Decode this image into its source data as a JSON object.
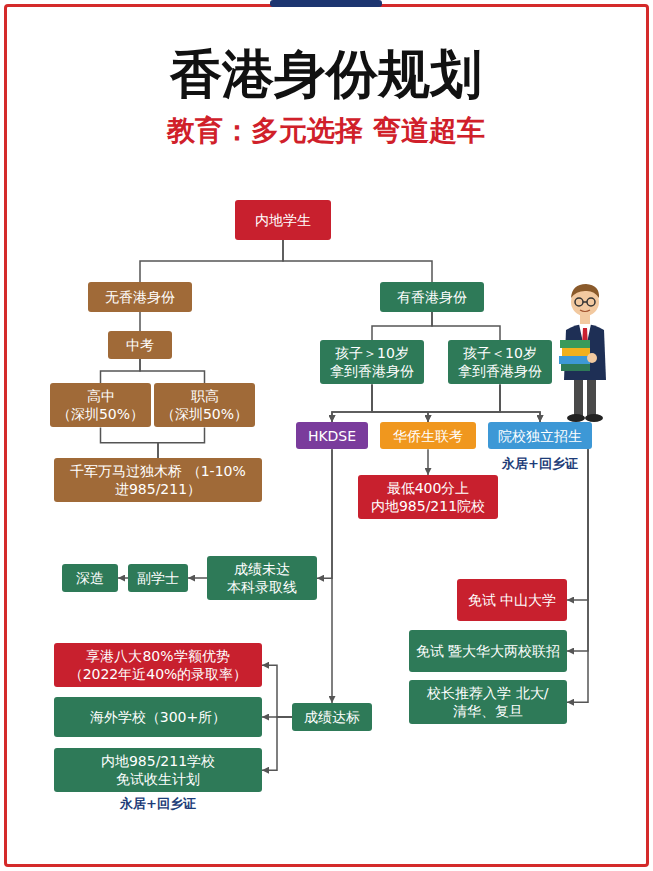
{
  "diagram": {
    "title": "香港身份规划",
    "nodes": [
      {
        "text": [
          "内地学生"
        ]
      },
      {
        "text": [
          "无香港身份"
        ]
      },
      {
        "text": [
          "有香港身份"
        ]
      },
      {
        "text": [
          "中考"
        ]
      },
      {
        "text": [
          "孩子＞10岁 拿到香港身份"
        ]
      },
      {
        "text": [
          "孩子＜10岁 拿到香港身份"
        ]
      },
      {
        "text": [
          "高中 （深圳50%）"
        ]
      },
      {
        "text": [
          "职高 （深圳50%）"
        ]
      },
      {
        "text": [
          "HKDSE"
        ]
      },
      {
        "text": [
          "华侨生联考"
        ]
      },
      {
        "text": [
          "院校独立招生"
        ]
      },
      {
        "text": [
          "千军万马过独木桥 （1-10%进985/211）"
        ]
      },
      {
        "text": [
          "最低400分上 内地985/211院校"
        ]
      },
      {
        "text": [
          "成绩未达 本科录取线"
        ]
      },
      {
        "text": [
          "副学士"
        ]
      },
      {
        "text": [
          "深造"
        ]
      },
      {
        "text": [
          "免试 中山大学"
        ]
      },
      {
        "text": [
          "免试 暨大华大两校联招"
        ]
      },
      {
        "text": [
          "校长推荐入学 北大/清华、复旦"
        ]
      },
      {
        "text": [
          "享港八大80%学额优势 （2022年近40%的录取率）"
        ]
      },
      {
        "text": [
          "海外学校（300+所）"
        ]
      },
      {
        "text": [
          "成绩达标"
        ]
      },
      {
        "text": [
          "内地985/211学校 免试收生计划"
        ]
      }
    ],
    "edges": [
      {
        "from": 0,
        "to": 1,
        "arrow": "none"
      },
      {
        "from": 0,
        "to": 2,
        "arrow": "none"
      },
      {
        "from": 1,
        "to": 3,
        "arrow": "none"
      },
      {
        "from": 3,
        "to": 6,
        "arrow": "none"
      },
      {
        "from": 3,
        "to": 7,
        "arrow": "none"
      },
      {
        "from": 6,
        "to": 11,
        "arrow": "none"
      },
      {
        "from": 7,
        "to": 11,
        "arrow": "none"
      },
      {
        "from": 2,
        "to": 4,
        "arrow": "none"
      },
      {
        "from": 2,
        "to": 5,
        "arrow": "none"
      },
      {
        "from": 4,
        "to": 8,
        "arrow": "to"
      },
      {
        "from": 4,
        "to": 9,
        "arrow": "to"
      },
      {
        "from": 4,
        "to": 10,
        "arrow": "to"
      },
      {
        "from": 5,
        "to": 8,
        "arrow": "to"
      },
      {
        "from": 5,
        "to": 9,
        "arrow": "to"
      },
      {
        "from": 5,
        "to": 10,
        "arrow": "to"
      },
      {
        "from": 9,
        "to": 12,
        "arrow": "to"
      },
      {
        "from": 8,
        "to": 13,
        "arrow": "to"
      },
      {
        "from": 13,
        "to": 14,
        "arrow": "to"
      },
      {
        "from": 14,
        "to": 15,
        "arrow": "to"
      },
      {
        "from": 8,
        "to": 21,
        "arrow": "to"
      },
      {
        "from": 21,
        "to": 19,
        "arrow": "to"
      },
      {
        "from": 21,
        "to": 20,
        "arrow": "to"
      },
      {
        "from": 21,
        "to": 22,
        "arrow": "to"
      },
      {
        "from": 10,
        "to": 16,
        "arrow": "to"
      },
      {
        "from": 10,
        "to": 17,
        "arrow": "to"
      },
      {
        "from": 10,
        "to": 18,
        "arrow": "to"
      }
    ],
    "labels": [
      "教育：多元选择 弯道超车",
      "永居+回乡证",
      "永居+回乡证"
    ]
  }
}
